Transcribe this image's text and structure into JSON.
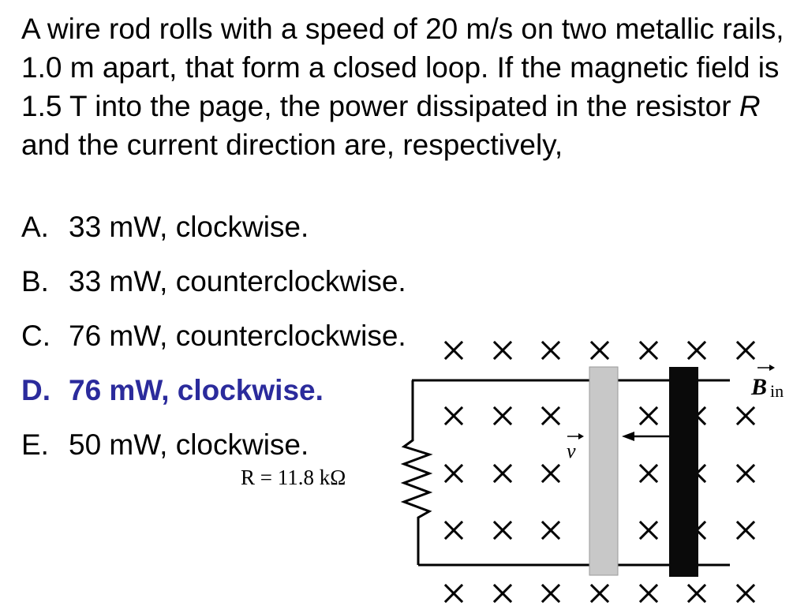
{
  "question": {
    "text_before_var": "A wire rod rolls with a speed of 20 m/s on two metallic rails, 1.0 m apart, that form a closed loop.  If the magnetic field is 1.5 T into the page, the power dissipated in the resistor ",
    "variable": "R",
    "text_after_var": " and the current direction are, respectively,"
  },
  "choices": [
    {
      "letter": "A.",
      "text": "33 mW, clockwise."
    },
    {
      "letter": "B.",
      "text": "33 mW, counterclockwise."
    },
    {
      "letter": "C.",
      "text": "76 mW, counterclockwise."
    },
    {
      "letter": "D.",
      "text": "76 mW, clockwise."
    },
    {
      "letter": "E.",
      "text": "50 mW, clockwise."
    }
  ],
  "correct_choice": "D.",
  "colors": {
    "correct_answer": "#2b2b9c",
    "moving_rod_light": "#c8c8c8",
    "stationary_rod_dark": "#0a0a0a"
  },
  "diagram": {
    "resistor_label": "R = 11.8 kΩ",
    "velocity_label": "v",
    "field_label_symbol": "B",
    "field_label_subscript": "in",
    "field_marker": "×",
    "icons": [
      "resistor-zigzag",
      "velocity-arrow",
      "field-into-page-cross"
    ]
  }
}
